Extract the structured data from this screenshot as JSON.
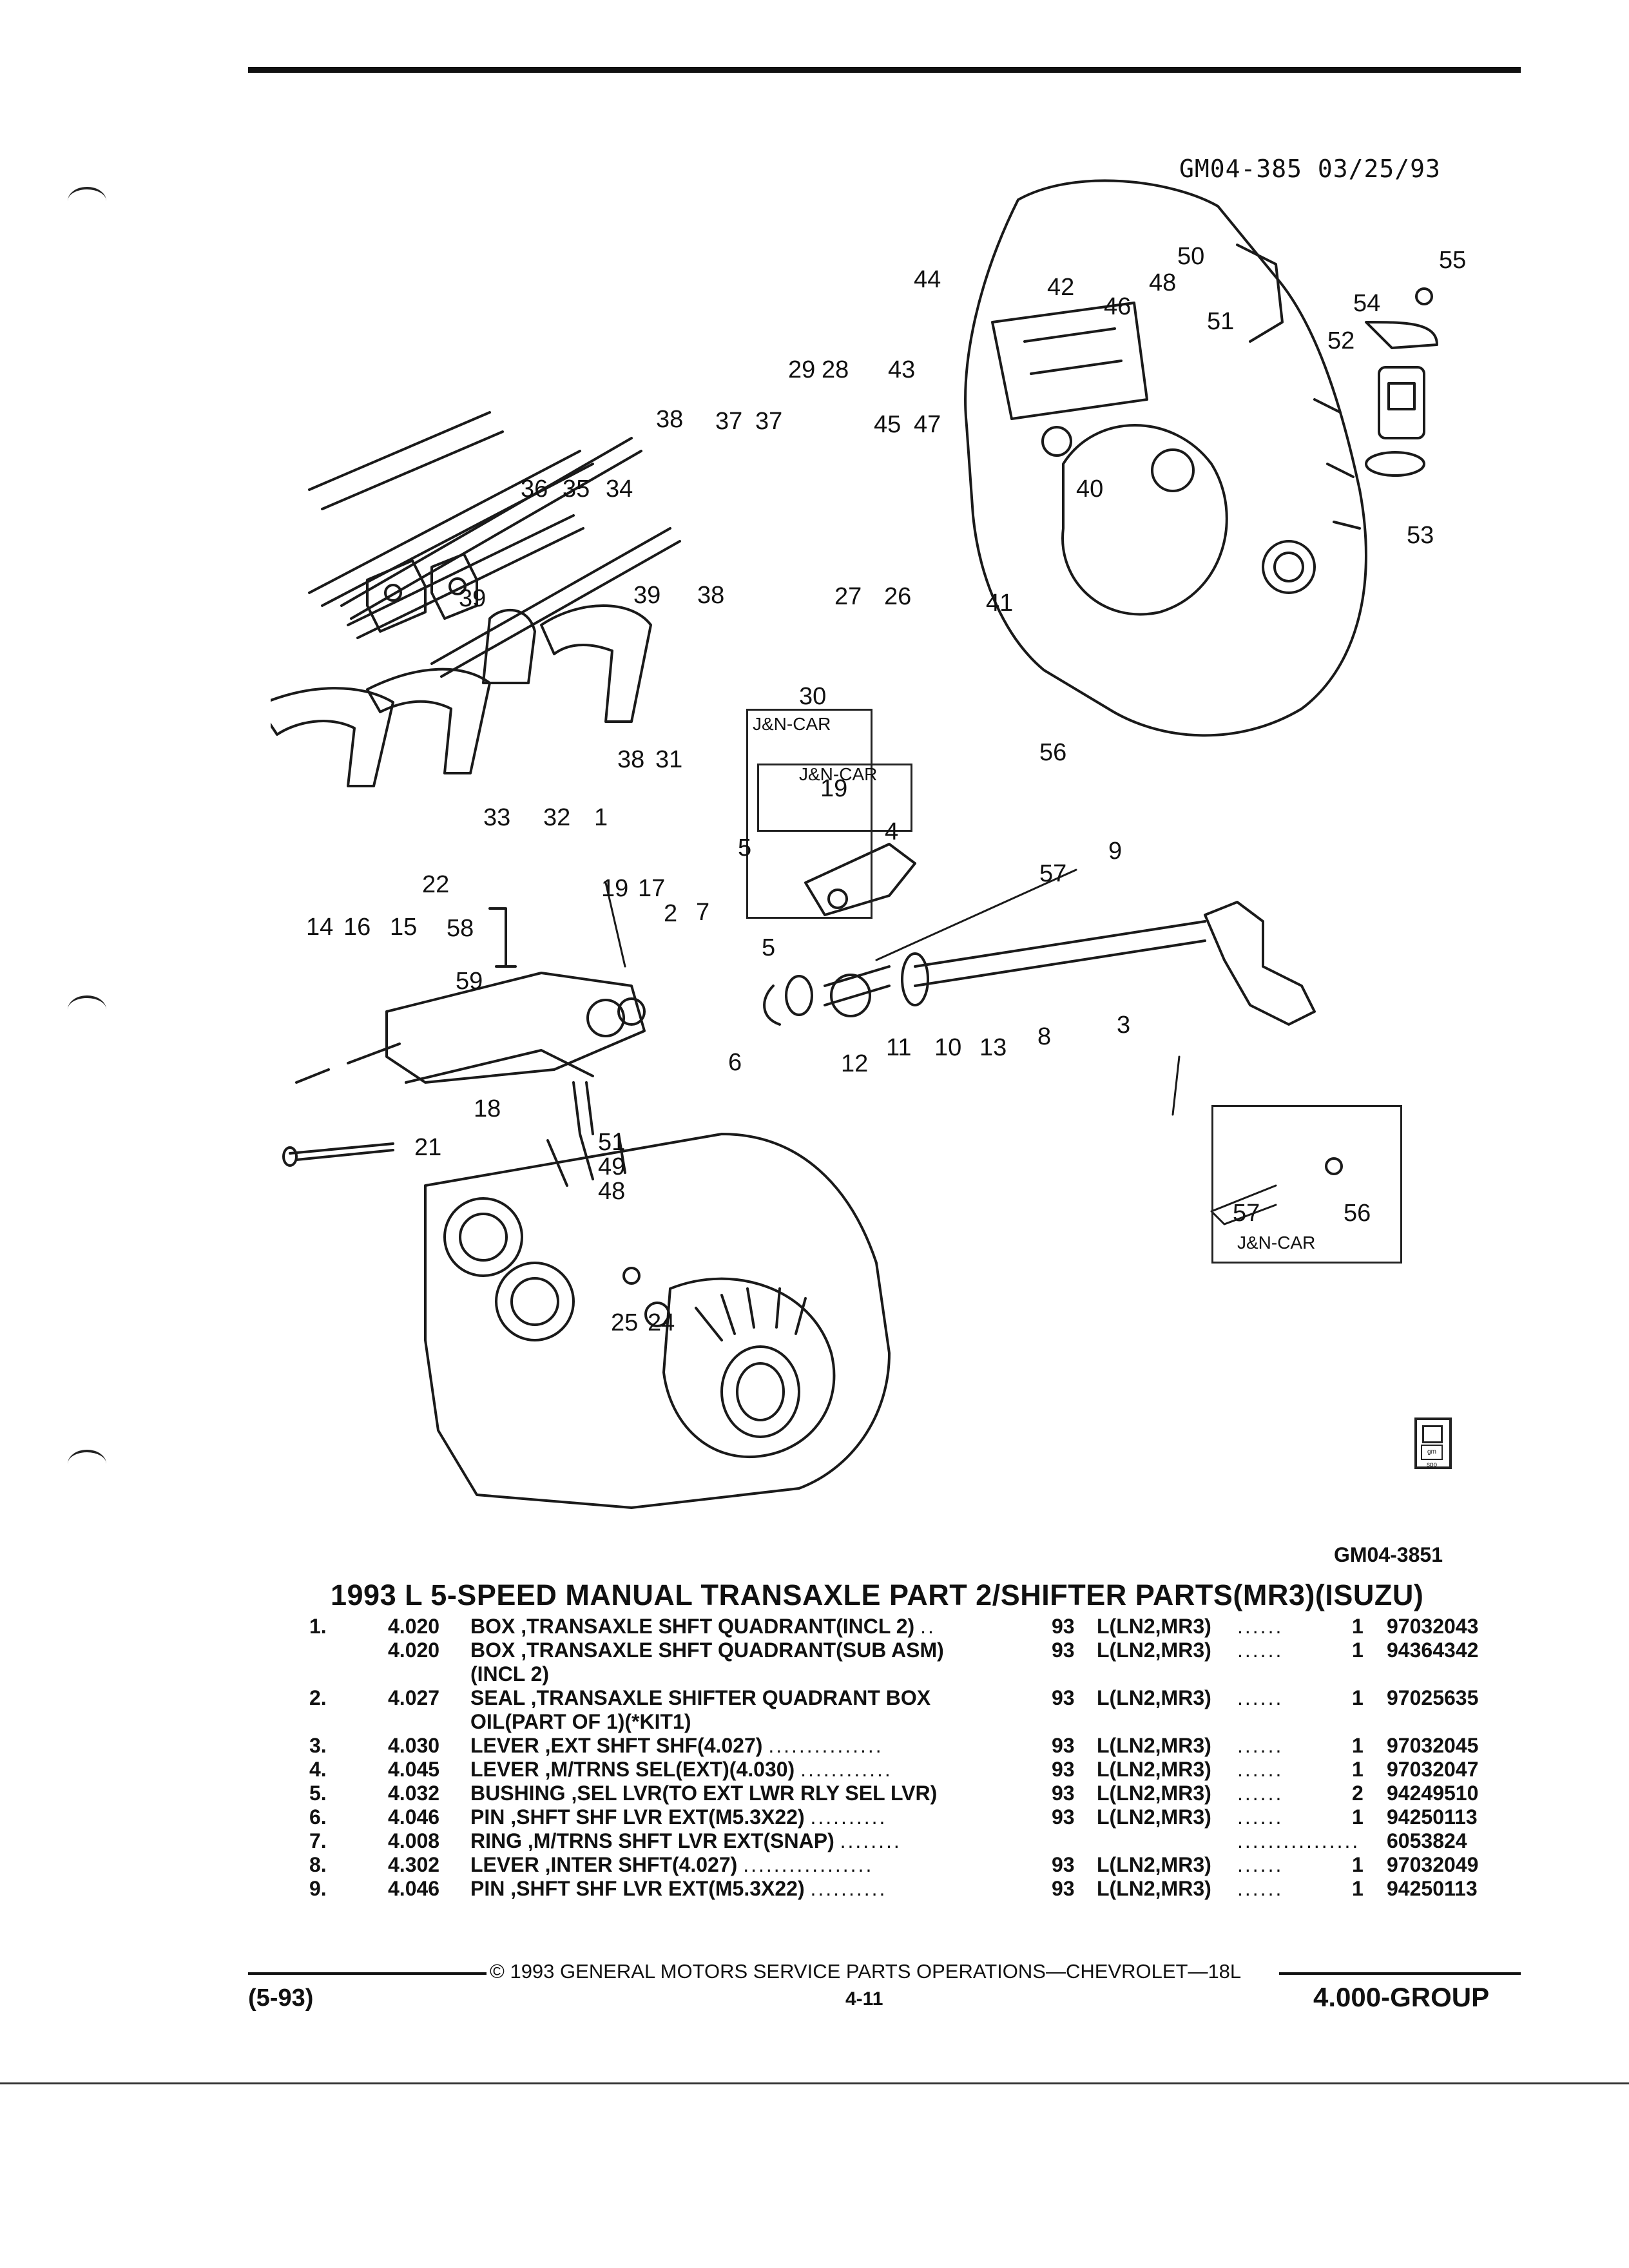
{
  "drawing_id": "GM04-385 03/25/93",
  "figure_code": "GM04-3851",
  "callouts": [
    "1",
    "2",
    "3",
    "4",
    "5",
    "5",
    "6",
    "7",
    "8",
    "9",
    "10",
    "11",
    "12",
    "13",
    "14",
    "15",
    "16",
    "17",
    "18",
    "19",
    "19",
    "21",
    "22",
    "24",
    "25",
    "26",
    "27",
    "28",
    "29",
    "30",
    "31",
    "32",
    "33",
    "34",
    "35",
    "36",
    "37",
    "37",
    "38",
    "38",
    "38",
    "39",
    "39",
    "40",
    "41",
    "42",
    "43",
    "44",
    "45",
    "46",
    "47",
    "48",
    "48",
    "49",
    "50",
    "51",
    "51",
    "52",
    "53",
    "54",
    "55",
    "56",
    "56",
    "57",
    "57",
    "58",
    "59"
  ],
  "jn_labels": [
    "J&N-CAR",
    "J&N-CAR",
    "J&N-CAR"
  ],
  "title": "1993 L 5-SPEED MANUAL TRANSAXLE PART 2/SHIFTER PARTS(MR3)(ISUZU)",
  "parts": [
    {
      "item": "1.",
      "code": "4.020",
      "desc": "BOX ,TRANSAXLE SHFT QUADRANT(INCL 2)",
      "lead": "..",
      "year": "93",
      "app": "L(LN2,MR3)",
      "dots": "......",
      "qty": "1",
      "part": "97032043"
    },
    {
      "item": "",
      "code": "4.020",
      "desc": "BOX ,TRANSAXLE SHFT QUADRANT(SUB ASM)",
      "lead": "",
      "year": "93",
      "app": "L(LN2,MR3)",
      "dots": "......",
      "qty": "1",
      "part": "94364342"
    },
    {
      "item": "",
      "code": "",
      "desc": "(INCL 2)",
      "lead": "",
      "year": "",
      "app": "",
      "dots": "",
      "qty": "",
      "part": ""
    },
    {
      "item": "2.",
      "code": "4.027",
      "desc": "SEAL ,TRANSAXLE SHIFTER QUADRANT BOX",
      "lead": "",
      "year": "93",
      "app": "L(LN2,MR3)",
      "dots": "......",
      "qty": "1",
      "part": "97025635"
    },
    {
      "item": "",
      "code": "",
      "desc": "OIL(PART OF 1)(*KIT1)",
      "lead": "",
      "year": "",
      "app": "",
      "dots": "",
      "qty": "",
      "part": ""
    },
    {
      "item": "3.",
      "code": "4.030",
      "desc": "LEVER ,EXT SHFT SHF(4.027)",
      "lead": "...............",
      "year": "93",
      "app": "L(LN2,MR3)",
      "dots": "......",
      "qty": "1",
      "part": "97032045"
    },
    {
      "item": "4.",
      "code": "4.045",
      "desc": "LEVER ,M/TRNS SEL(EXT)(4.030)",
      "lead": "............",
      "year": "93",
      "app": "L(LN2,MR3)",
      "dots": "......",
      "qty": "1",
      "part": "97032047"
    },
    {
      "item": "5.",
      "code": "4.032",
      "desc": "BUSHING ,SEL LVR(TO EXT LWR RLY SEL LVR)",
      "lead": "",
      "year": "93",
      "app": "L(LN2,MR3)",
      "dots": "......",
      "qty": "2",
      "part": "94249510"
    },
    {
      "item": "6.",
      "code": "4.046",
      "desc": "PIN ,SHFT SHF LVR EXT(M5.3X22)",
      "lead": "..........",
      "year": "93",
      "app": "L(LN2,MR3)",
      "dots": "......",
      "qty": "1",
      "part": "94250113"
    },
    {
      "item": "7.",
      "code": "4.008",
      "desc": "RING ,M/TRNS SHFT LVR EXT(SNAP)",
      "lead": "........",
      "year": "",
      "app": "",
      "dots": "................",
      "qty": "",
      "part": "6053824"
    },
    {
      "item": "8.",
      "code": "4.302",
      "desc": "LEVER ,INTER SHFT(4.027)",
      "lead": ".................",
      "year": "93",
      "app": "L(LN2,MR3)",
      "dots": "......",
      "qty": "1",
      "part": "97032049"
    },
    {
      "item": "9.",
      "code": "4.046",
      "desc": "PIN ,SHFT SHF LVR EXT(M5.3X22)",
      "lead": "..........",
      "year": "93",
      "app": "L(LN2,MR3)",
      "dots": "......",
      "qty": "1",
      "part": "94250113"
    }
  ],
  "footer": {
    "copyright": "© 1993 GENERAL MOTORS SERVICE PARTS OPERATIONS—CHEVROLET—18L",
    "left": "(5-93)",
    "page": "4-11",
    "right": "4.000-GROUP"
  },
  "icons": [
    "gm-microfiche-icon"
  ]
}
